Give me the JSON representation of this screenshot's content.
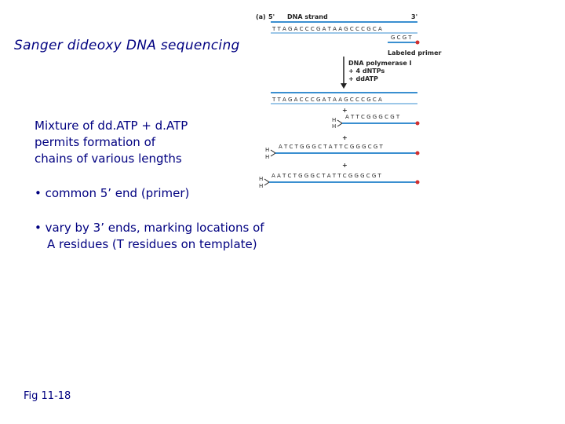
{
  "title": "Sanger dideoxy DNA sequencing",
  "text": {
    "line1": "Mixture of dd.ATP + d.ATP",
    "line2": "permits formation of",
    "line3": "chains of various lengths"
  },
  "bullets": {
    "b1": "• common 5’ end (primer)",
    "b2_line1": "• vary by 3’ ends, marking locations of",
    "b2_line2": "A residues (T residues on template)"
  },
  "figure_label": "Fig 11-18",
  "diagram": {
    "panel": "(a)",
    "five_prime": "5'",
    "three_prime": "3'",
    "strand_label": "DNA strand",
    "template_seq": "T T A G A C C C G A T A A G C C C G C A",
    "primer_seq": "G C G T",
    "primer_label": "Labeled primer",
    "polymerase_label": "DNA polymerase I",
    "dntps_label": "+ 4 dNTPs",
    "ddatp_label": "+ ddATP",
    "template_seq2": "T T A G A C C C G A T A A G C C C G C A",
    "product1": "A T T C G G G C G T",
    "product2": "A T C T G G G C T A T T C G G G C G T",
    "product3": "A A T C T G G G C T A T T C G G G C G T",
    "plus": "+",
    "h": "H",
    "colors": {
      "text": "#000080",
      "strand": "#3a8fd0",
      "primer_dot": "#d03030"
    }
  }
}
